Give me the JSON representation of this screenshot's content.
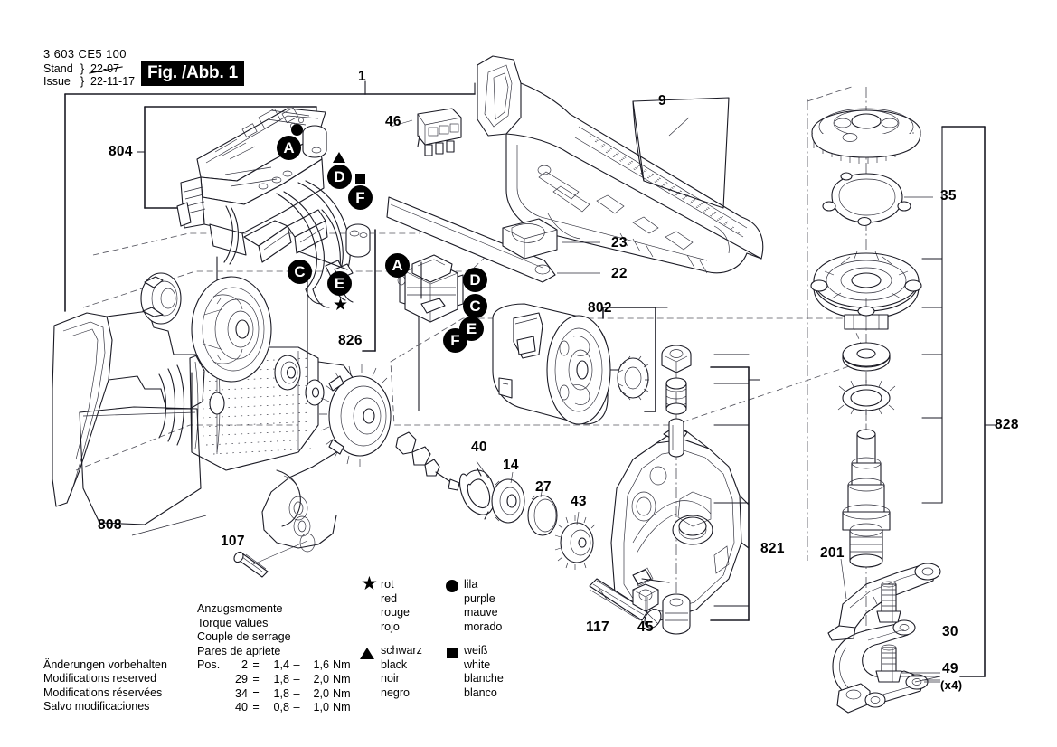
{
  "header": {
    "part_number": "3 603 CE5 100",
    "stand_label": "Stand",
    "issue_label": "Issue",
    "brace": "}",
    "stand_value_struck": "22-07",
    "issue_value": "22-11-17",
    "figure_badge": "Fig. /Abb. 1"
  },
  "assembly_labels": {
    "top_group": "1",
    "housing_shell": "9",
    "switch_module": "46",
    "pcb_group": "804",
    "brush_group": "826",
    "motor_group": "802",
    "handle_cover": "808",
    "gearbox_group": "821",
    "spindle_group": "828",
    "clamp_lever": "201"
  },
  "part_callouts": [
    {
      "id": "1",
      "label": "1"
    },
    {
      "id": "9",
      "label": "9"
    },
    {
      "id": "46",
      "label": "46"
    },
    {
      "id": "804",
      "label": "804"
    },
    {
      "id": "826",
      "label": "826"
    },
    {
      "id": "22",
      "label": "22"
    },
    {
      "id": "23",
      "label": "23"
    },
    {
      "id": "802",
      "label": "802"
    },
    {
      "id": "35",
      "label": "35"
    },
    {
      "id": "828",
      "label": "828"
    },
    {
      "id": "808",
      "label": "808"
    },
    {
      "id": "107",
      "label": "107"
    },
    {
      "id": "40",
      "label": "40"
    },
    {
      "id": "14",
      "label": "14"
    },
    {
      "id": "27",
      "label": "27"
    },
    {
      "id": "43",
      "label": "43"
    },
    {
      "id": "117",
      "label": "117"
    },
    {
      "id": "45",
      "label": "45"
    },
    {
      "id": "821",
      "label": "821"
    },
    {
      "id": "201",
      "label": "201"
    },
    {
      "id": "30",
      "label": "30"
    },
    {
      "id": "49",
      "label": "49"
    },
    {
      "id": "49q",
      "label": "(x4)"
    }
  ],
  "wire_bubbles": [
    {
      "id": "a1",
      "letter": "A"
    },
    {
      "id": "d1",
      "letter": "D"
    },
    {
      "id": "f1",
      "letter": "F"
    },
    {
      "id": "c1",
      "letter": "C"
    },
    {
      "id": "e1",
      "letter": "E"
    },
    {
      "id": "a2",
      "letter": "A"
    },
    {
      "id": "d2",
      "letter": "D"
    },
    {
      "id": "c2",
      "letter": "C"
    },
    {
      "id": "e2",
      "letter": "E"
    },
    {
      "id": "f2",
      "letter": "F"
    }
  ],
  "torque": {
    "title_lines": [
      "Anzugsmomente",
      "Torque values",
      "Couple de serrage",
      "Pares de apriete"
    ],
    "pos_label": "Pos.",
    "rows": [
      {
        "pos": "2",
        "eq": "=",
        "lo": "1,4",
        "dash": "–",
        "hi": "1,6",
        "unit": "Nm"
      },
      {
        "pos": "29",
        "eq": "=",
        "lo": "1,8",
        "dash": "–",
        "hi": "2,0",
        "unit": "Nm"
      },
      {
        "pos": "34",
        "eq": "=",
        "lo": "1,8",
        "dash": "–",
        "hi": "2,0",
        "unit": "Nm"
      },
      {
        "pos": "40",
        "eq": "=",
        "lo": "0,8",
        "dash": "–",
        "hi": "1,0",
        "unit": "Nm"
      }
    ]
  },
  "color_key": [
    {
      "symbol": "star",
      "glyph": "★",
      "names": "rot\nred\nrouge\nrojo"
    },
    {
      "symbol": "triangle",
      "glyph": "▲",
      "names": "schwarz\nblack\nnoir\nnegro"
    },
    {
      "symbol": "circle",
      "glyph": "●",
      "names": "lila\npurple\nmauve\nmorado"
    },
    {
      "symbol": "square",
      "glyph": "■",
      "names": "weiß\nwhite\nblanche\nblanco"
    }
  ],
  "footer": {
    "lines": [
      "Änderungen vorbehalten",
      "Modifications reserved",
      "Modifications réservées",
      "Salvo modificaciones"
    ]
  },
  "colors": {
    "ink": "#1a1a24",
    "paper": "#ffffff",
    "marker_fill": "#000000",
    "thin_rule": "#55555f"
  }
}
